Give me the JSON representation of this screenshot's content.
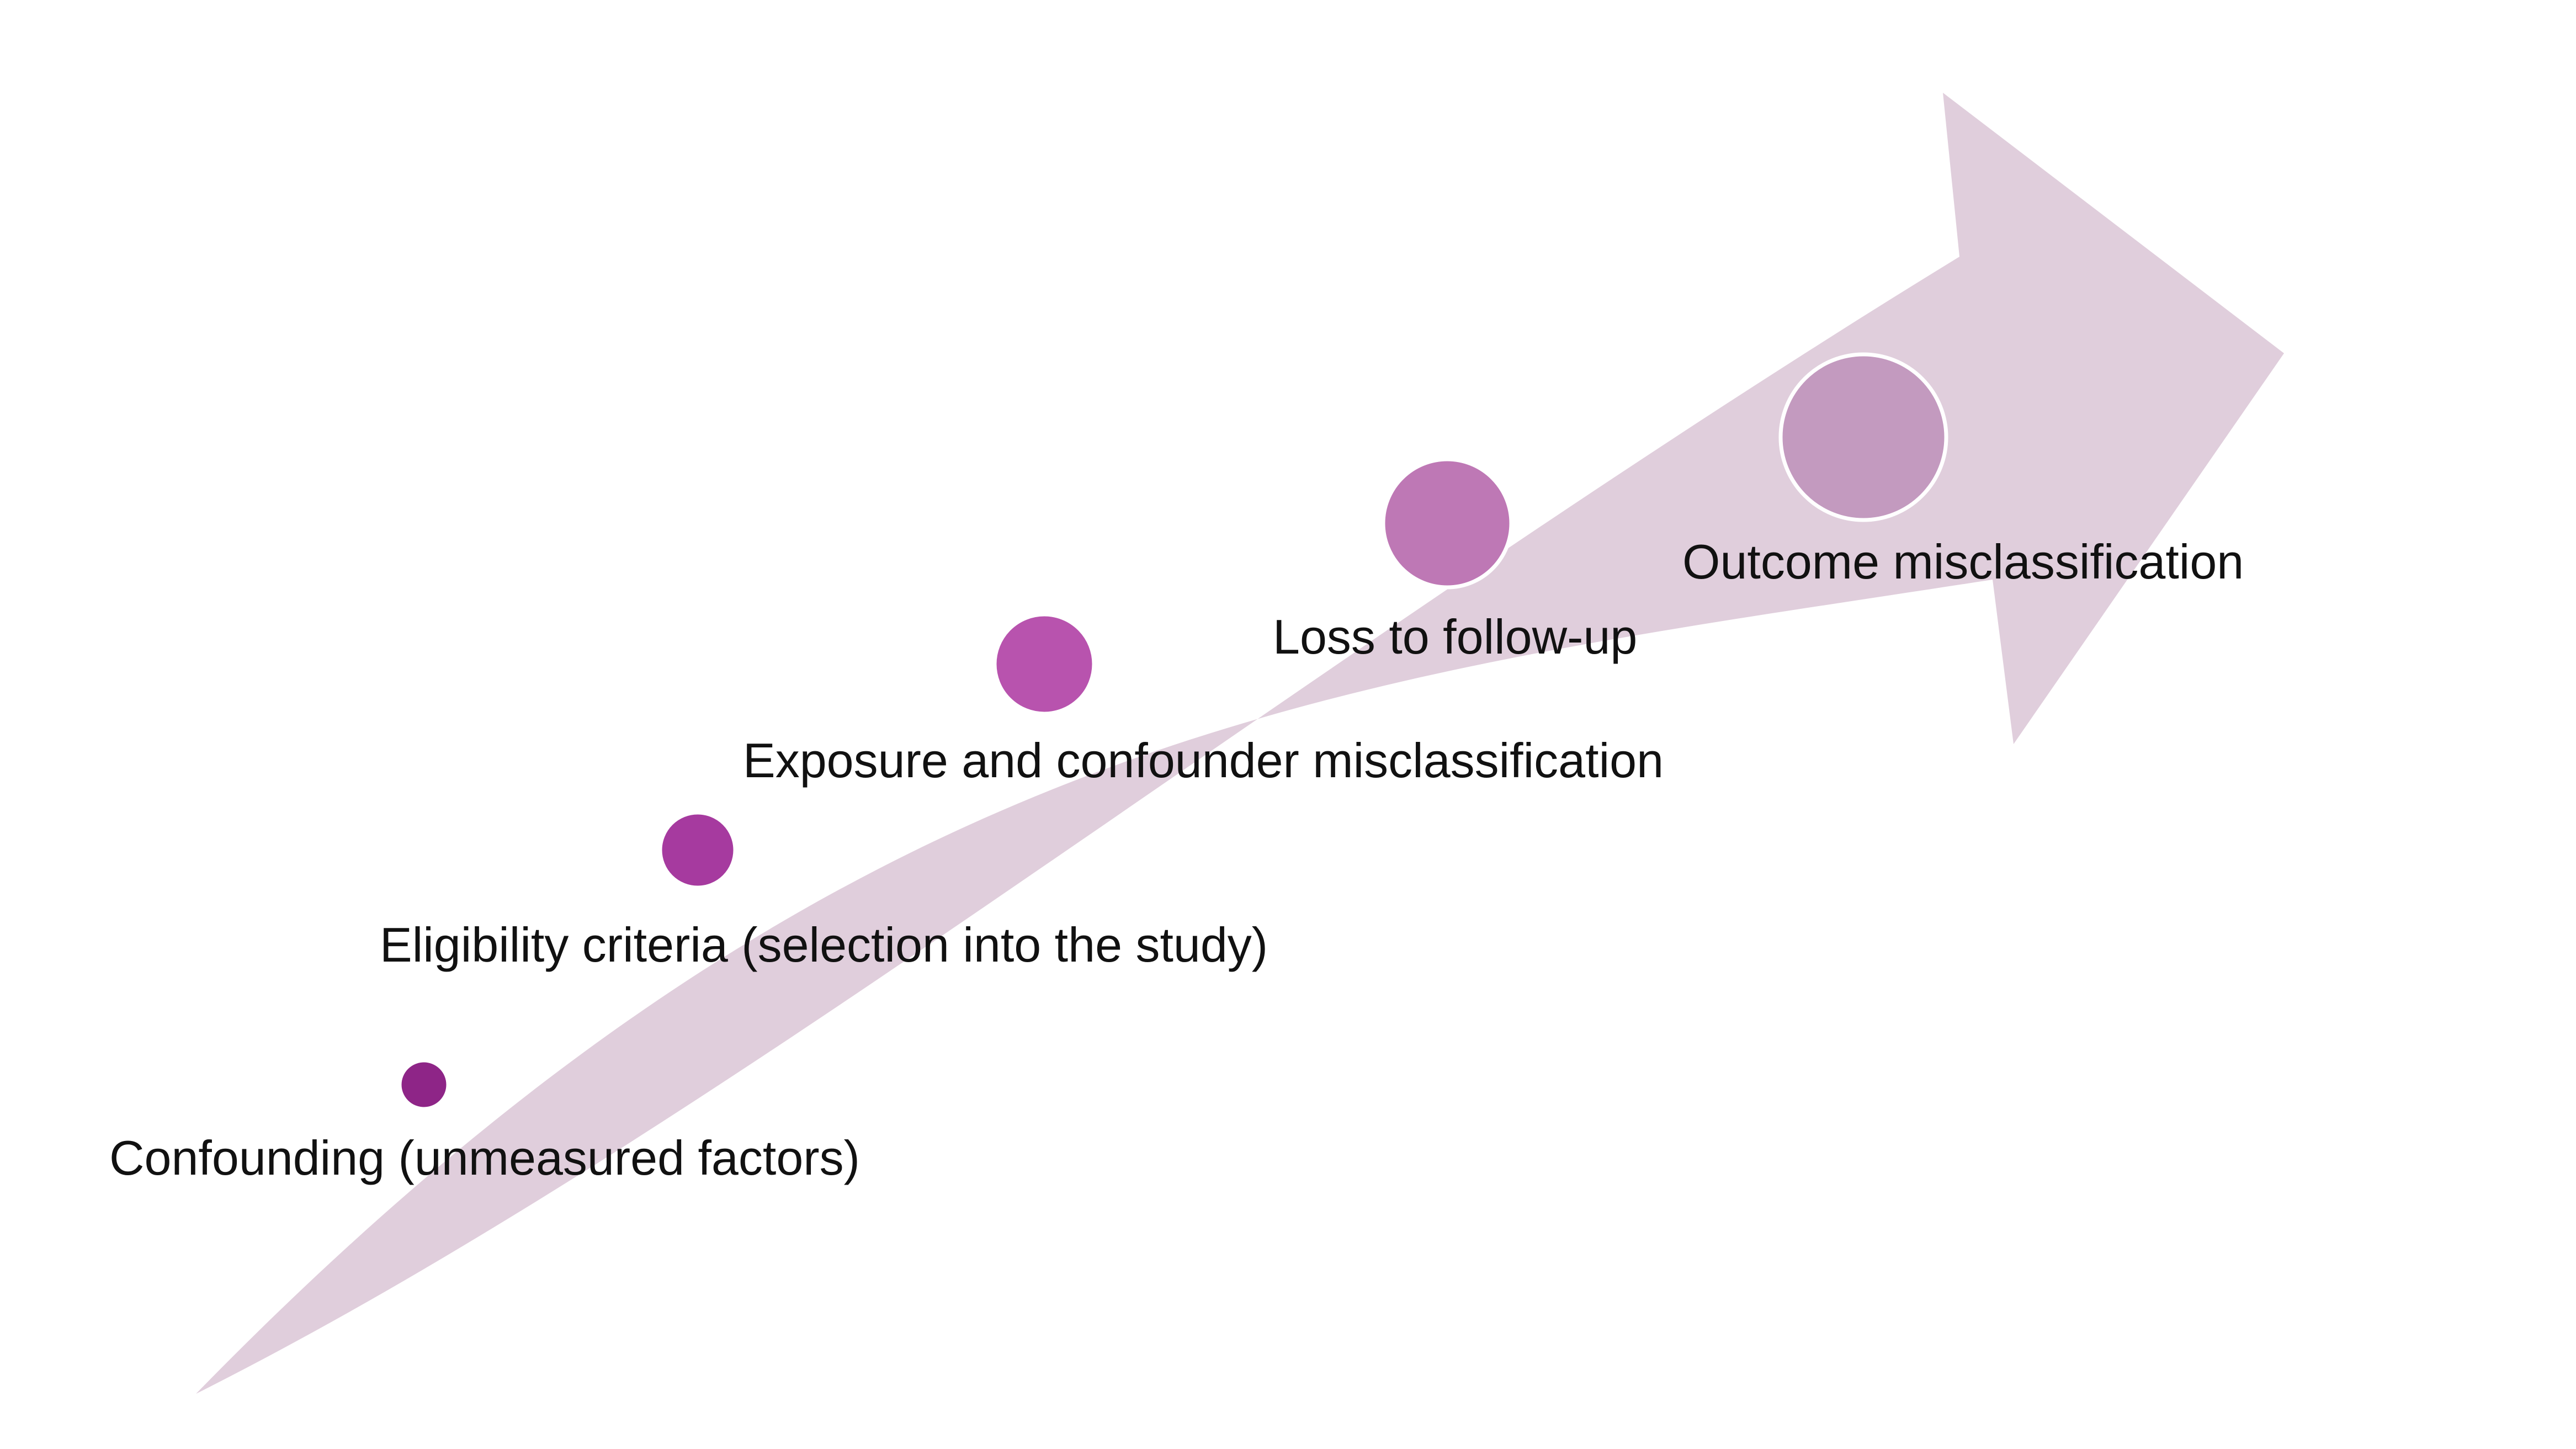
{
  "steps": [
    {
      "label": "Confounding (unmeasured factors)",
      "color": "#8E2587"
    },
    {
      "label": "Eligibility criteria (selection into the study)",
      "color": "#A63A9F"
    },
    {
      "label": "Exposure and confounder misclassification",
      "color": "#B853AE"
    },
    {
      "label": "Loss to follow-up",
      "color": "#BE78B5"
    },
    {
      "label": "Outcome misclassification",
      "color": "#C39ABF"
    }
  ],
  "colors": {
    "arrow": "#E0CEDC",
    "marker_outline": "#FFFFFF",
    "text": "#111111",
    "background": "#FFFFFF"
  }
}
